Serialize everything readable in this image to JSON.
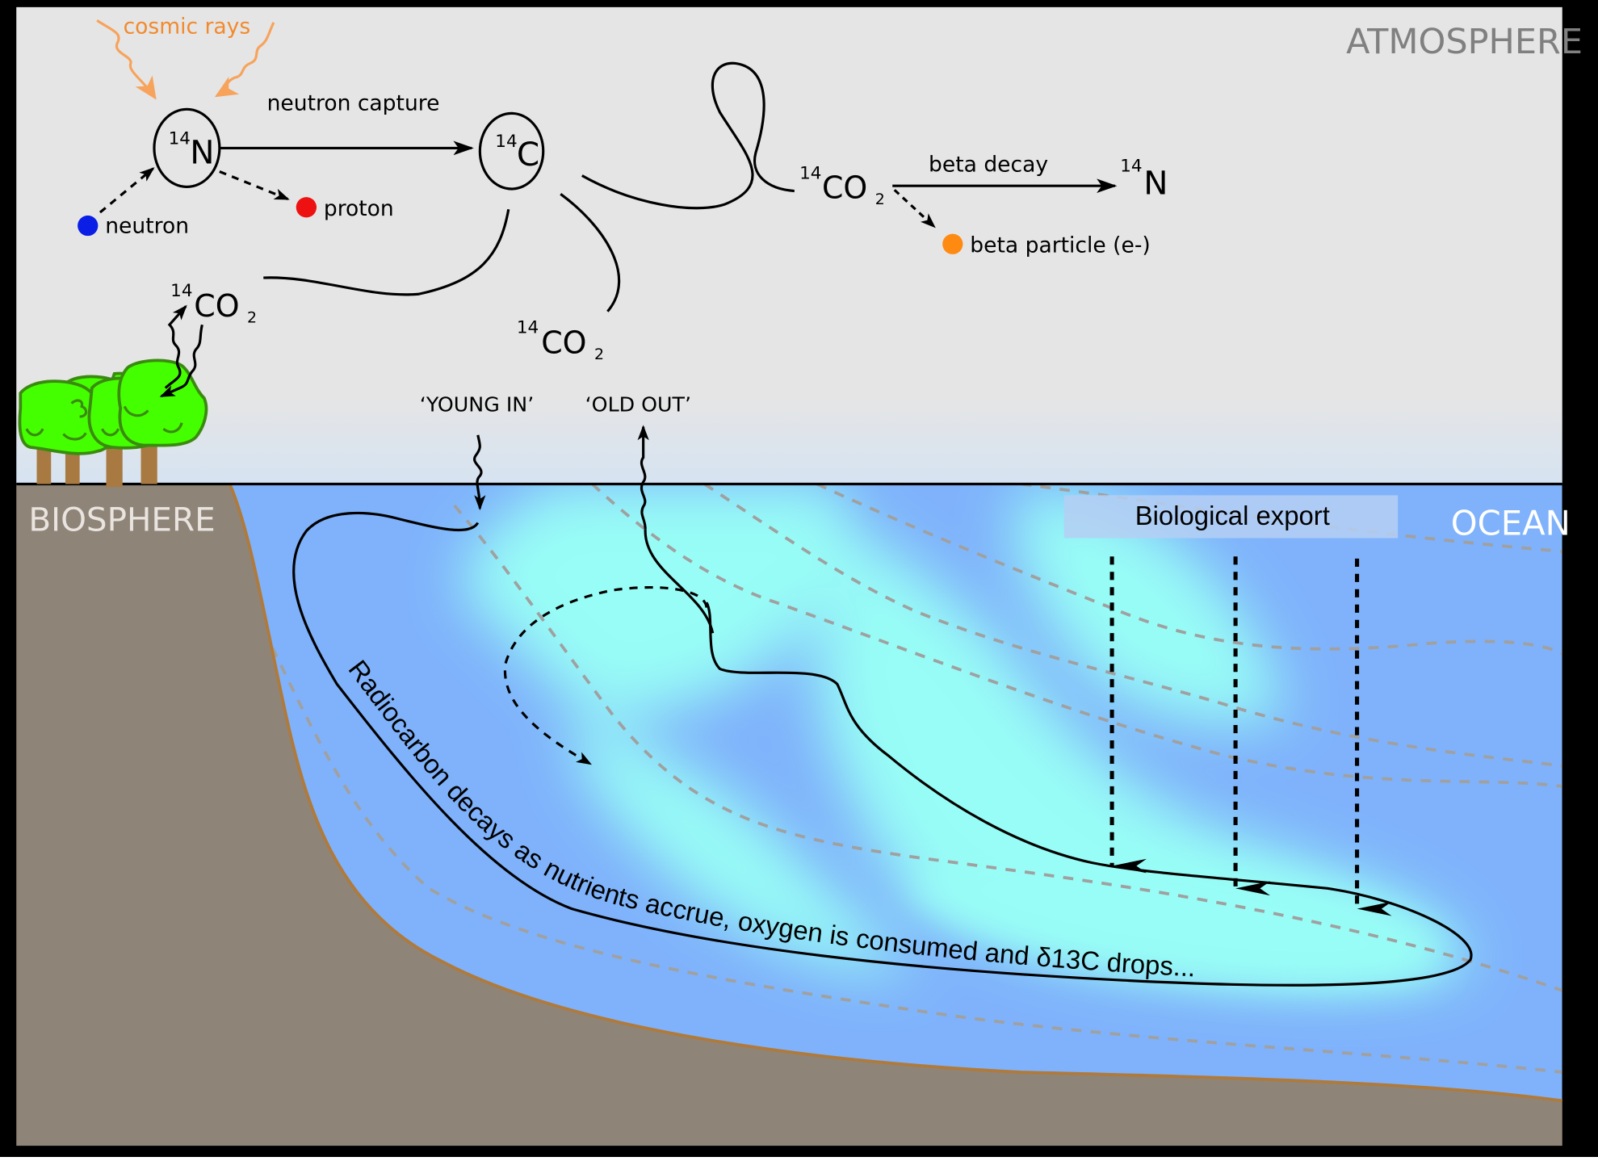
{
  "regions": {
    "atmosphere": "ATMOSPHERE",
    "biosphere": "BIOSPHERE",
    "ocean": "OCEAN"
  },
  "atmosphere": {
    "cosmic_rays": "cosmic rays",
    "neutron_capture": "neutron capture",
    "nucleus_n14": {
      "mass": "14",
      "symbol": "N"
    },
    "nucleus_c14": {
      "mass": "14",
      "symbol": "C"
    },
    "neutron": "neutron",
    "proton": "proton",
    "co2_decay": {
      "mass": "14",
      "symbol": "CO",
      "sub": "2"
    },
    "beta_decay": "beta decay",
    "product_n14": {
      "mass": "14",
      "symbol": "N"
    },
    "beta_particle": "beta particle (e-)",
    "co2_biosphere": {
      "mass": "14",
      "symbol": "CO",
      "sub": "2"
    },
    "co2_ocean": {
      "mass": "14",
      "symbol": "CO",
      "sub": "2"
    }
  },
  "exchange": {
    "young_in": "‘YOUNG IN’",
    "old_out": "‘OLD OUT’"
  },
  "ocean": {
    "biological_export": "Biological export",
    "circulation_caption": "Radiocarbon decays as nutrients accrue, oxygen is consumed and δ13C drops..."
  },
  "colors": {
    "atmosphere_bg": "#e5e5e5",
    "ocean_blue": "#7fb2fb",
    "young_water": "#98fdf6",
    "land": "#8f8478",
    "land_edge": "#b07a3a",
    "tree_green": "#44ff00",
    "tree_outline": "#3a8a10",
    "trunk": "#a87a42",
    "cosmic_ray": "#f7a35c",
    "neutron_dot": "#0a1ee6",
    "proton_dot": "#ee1111",
    "beta_dot": "#ff8a12",
    "region_label_gray": "#808080",
    "isopycnal": "#a0a0a0"
  }
}
